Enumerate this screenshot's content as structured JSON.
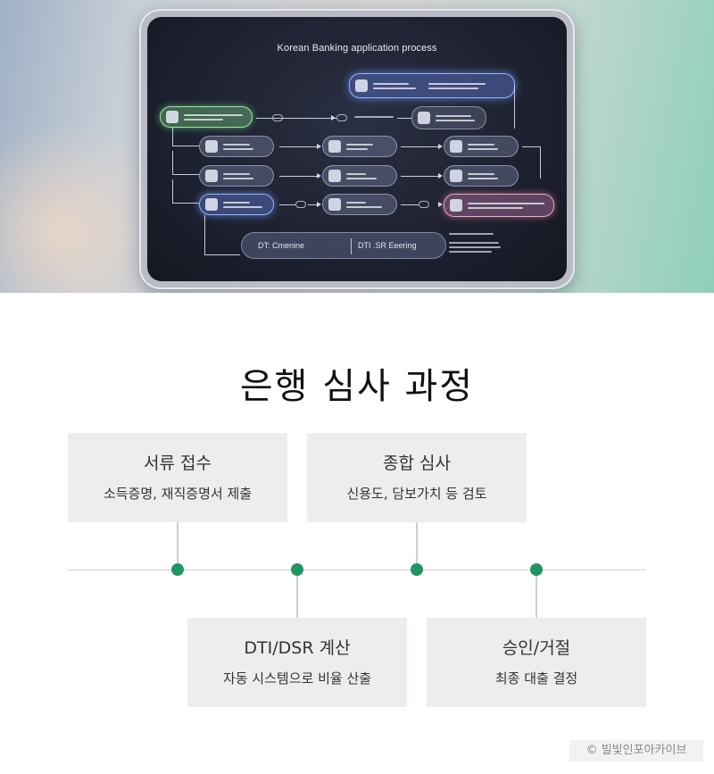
{
  "hero": {
    "screen_title": "Korean Banking application process",
    "bottom_left_label": "DT: Cmenine",
    "bottom_right_label": "DTI .SR Eeering"
  },
  "title": "은행 심사 과정",
  "steps": [
    {
      "title": "서류 접수",
      "desc": "소득증명, 재직증명서 제출"
    },
    {
      "title": "종합 심사",
      "desc": "신용도, 담보가치 등 검토"
    },
    {
      "title": "DTI/DSR 계산",
      "desc": "자동 시스템으로 비율 산출"
    },
    {
      "title": "승인/거절",
      "desc": "최종 대출 결정"
    }
  ],
  "colors": {
    "dot": "#1f9561",
    "card_bg": "#efedec",
    "line": "#cfcfcf"
  },
  "watermark": "© 빌빛인포아카이브"
}
